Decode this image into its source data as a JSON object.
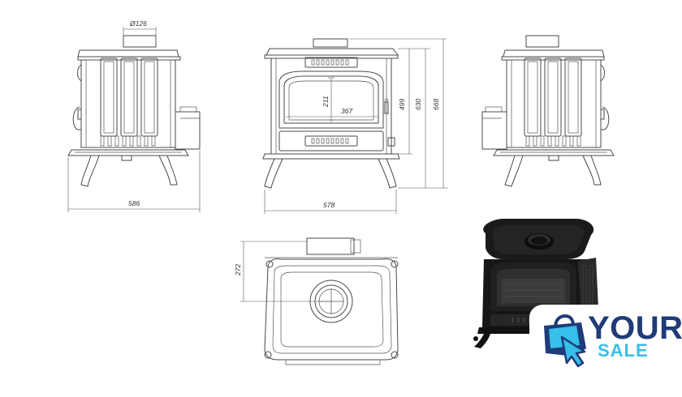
{
  "drawing": {
    "front_view": {
      "width_dim": "578",
      "door_height_dim": "211",
      "door_width_dim": "367",
      "height_dim_499": "499",
      "height_dim_630": "630",
      "height_dim_668": "668"
    },
    "left_view": {
      "depth_dim": "586",
      "flue_diameter_dim": "Ø126"
    },
    "top_view": {
      "flue_offset_dim": "272"
    }
  },
  "watermark": {
    "line1": "YOUR",
    "line2": "SALE",
    "colors": {
      "navy": "#1f3b78",
      "cyan": "#36bfe8"
    }
  }
}
